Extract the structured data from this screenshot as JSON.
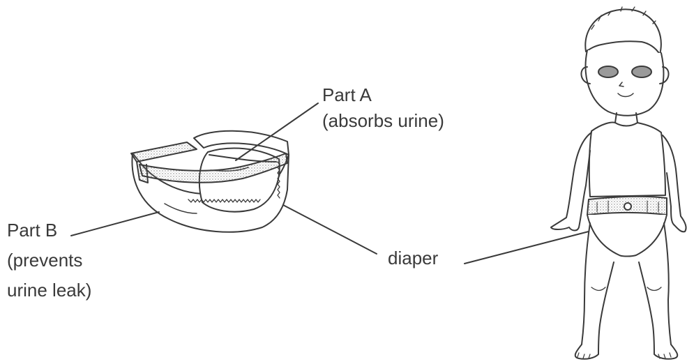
{
  "labels": {
    "part_a": {
      "title": "Part A",
      "desc": "(absorbs urine)"
    },
    "part_b": {
      "title": "Part B",
      "line2": "(prevents",
      "line3": "urine leak)"
    },
    "diaper": "diaper"
  },
  "colors": {
    "ink": "#3a3a3a",
    "background": "#ffffff"
  }
}
